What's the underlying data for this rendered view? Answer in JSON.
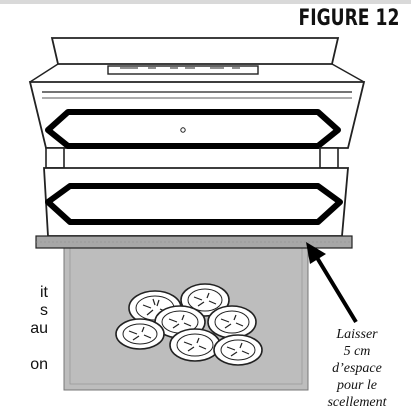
{
  "figure_label": "FIGURE 12",
  "side_text_fragments": [
    "it",
    "s",
    "au",
    "on"
  ],
  "caption_lines": [
    "Laisser",
    "5 cm",
    "d’espace",
    "pour le",
    "scellement"
  ],
  "colors": {
    "bag": "#bdbdbd",
    "seal_strip": "#a7a7a7",
    "gasket": "#000000",
    "outline": "#222222",
    "background": "#ffffff"
  }
}
